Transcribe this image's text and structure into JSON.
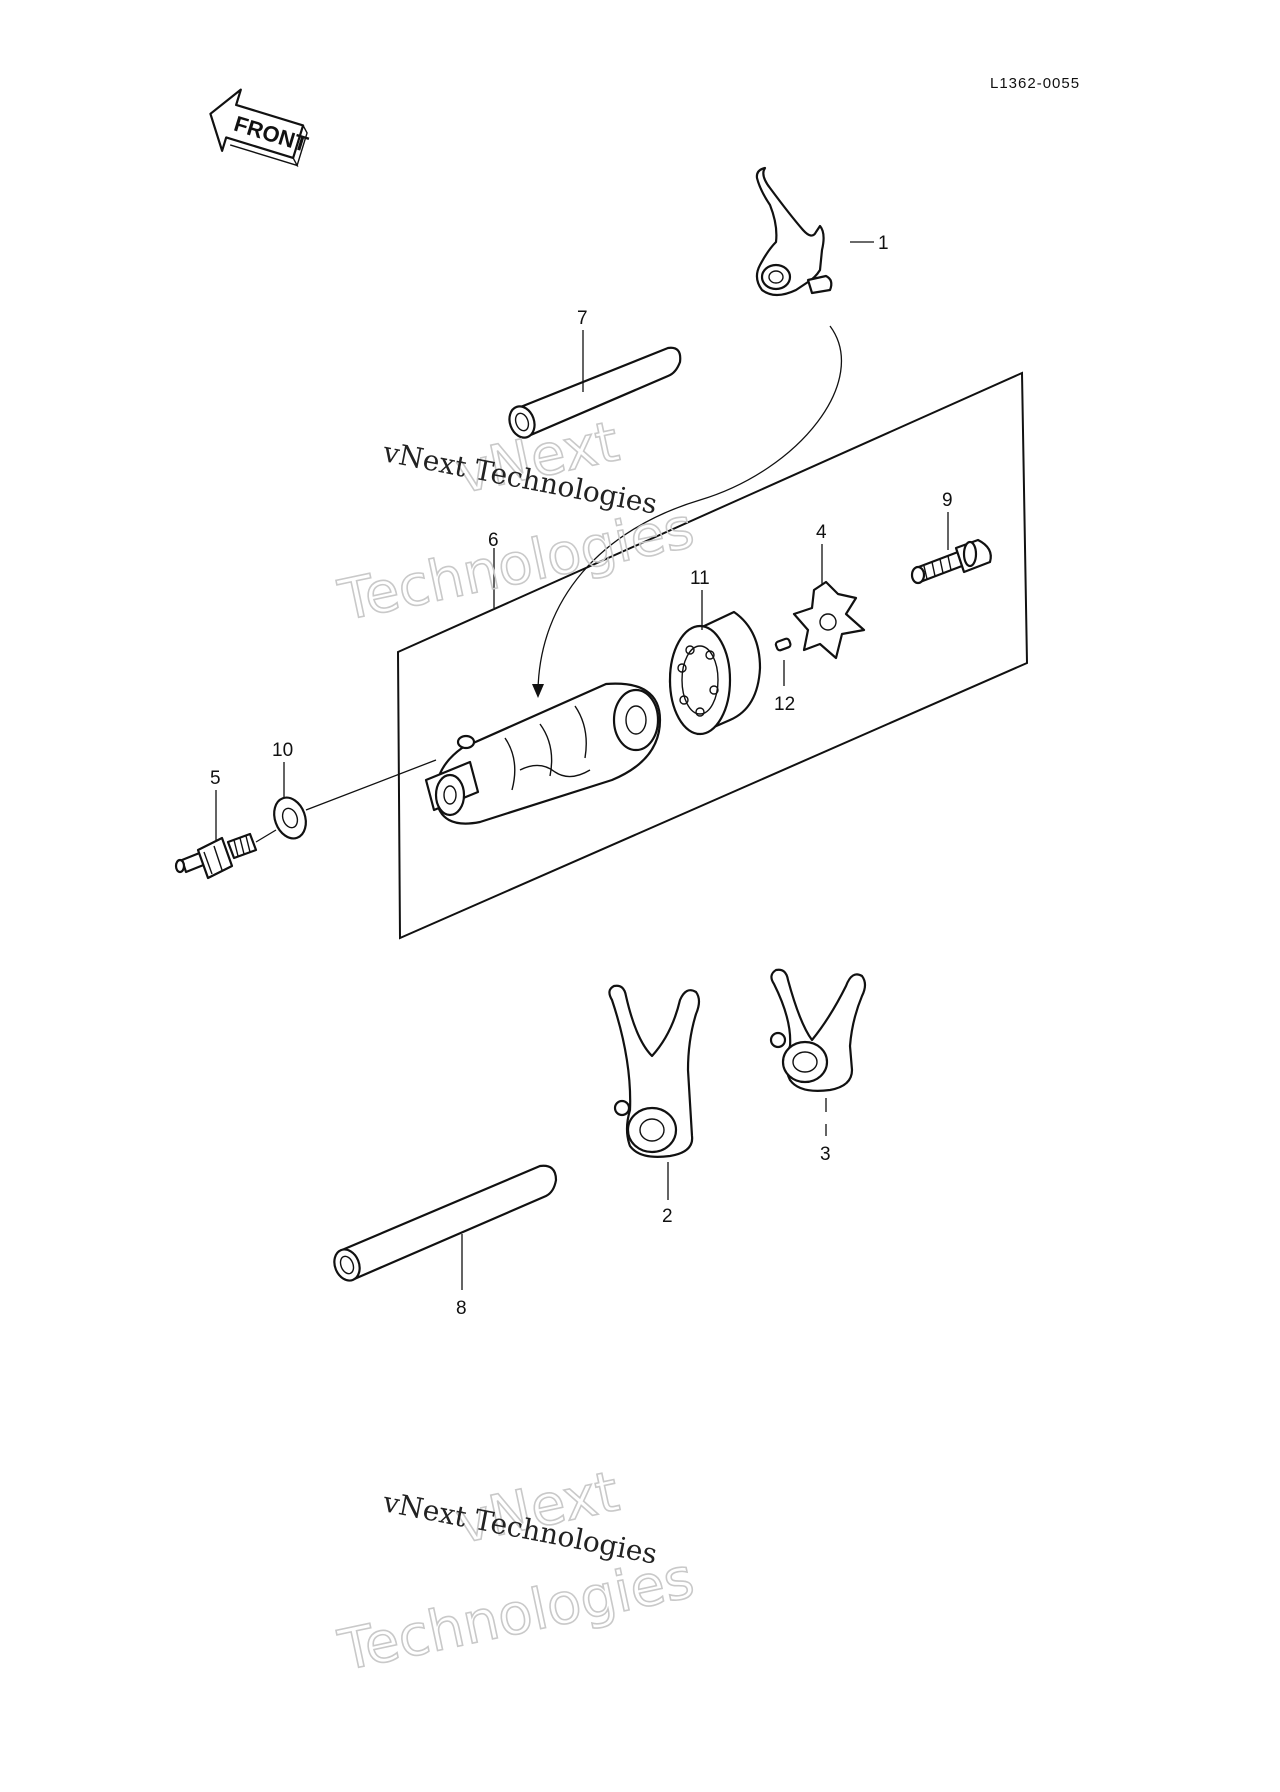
{
  "diagram_code": "L1362-0055",
  "front_label": "FRONT",
  "watermark": {
    "company_line": "vNext Technologies",
    "outline_word_1": "vNext",
    "outline_word_2": "Technologies"
  },
  "callouts": {
    "p1": "1",
    "p2": "2",
    "p3": "3",
    "p4": "4",
    "p5": "5",
    "p6": "6",
    "p7": "7",
    "p8": "8",
    "p9": "9",
    "p10": "10",
    "p11": "11",
    "p12": "12"
  }
}
